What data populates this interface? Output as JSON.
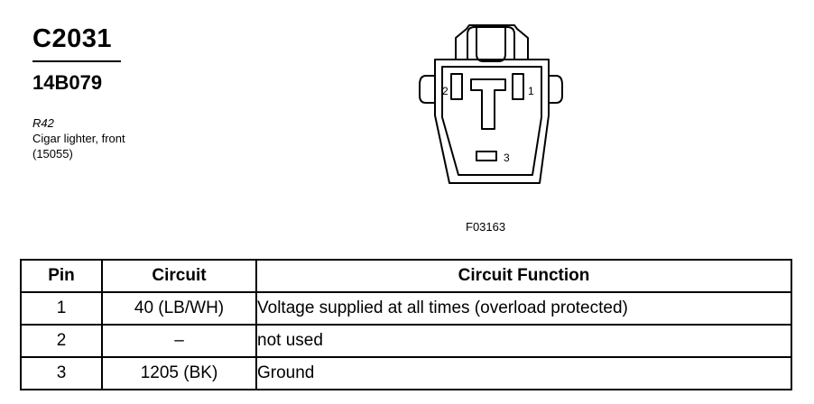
{
  "connector": {
    "id": "C2031",
    "part_number": "14B079",
    "location_code": "R42",
    "description": "Cigar lighter, front",
    "component_number": "(15055)"
  },
  "figure": {
    "code": "F03163",
    "pin_labels": [
      "2",
      "1",
      "3"
    ]
  },
  "table": {
    "headers": [
      "Pin",
      "Circuit",
      "Circuit Function"
    ],
    "rows": [
      {
        "pin": "1",
        "circuit": "40 (LB/WH)",
        "function": "Voltage supplied at all times (overload protected)"
      },
      {
        "pin": "2",
        "circuit": "–",
        "function": "not used"
      },
      {
        "pin": "3",
        "circuit": "1205 (BK)",
        "function": "Ground"
      }
    ]
  }
}
